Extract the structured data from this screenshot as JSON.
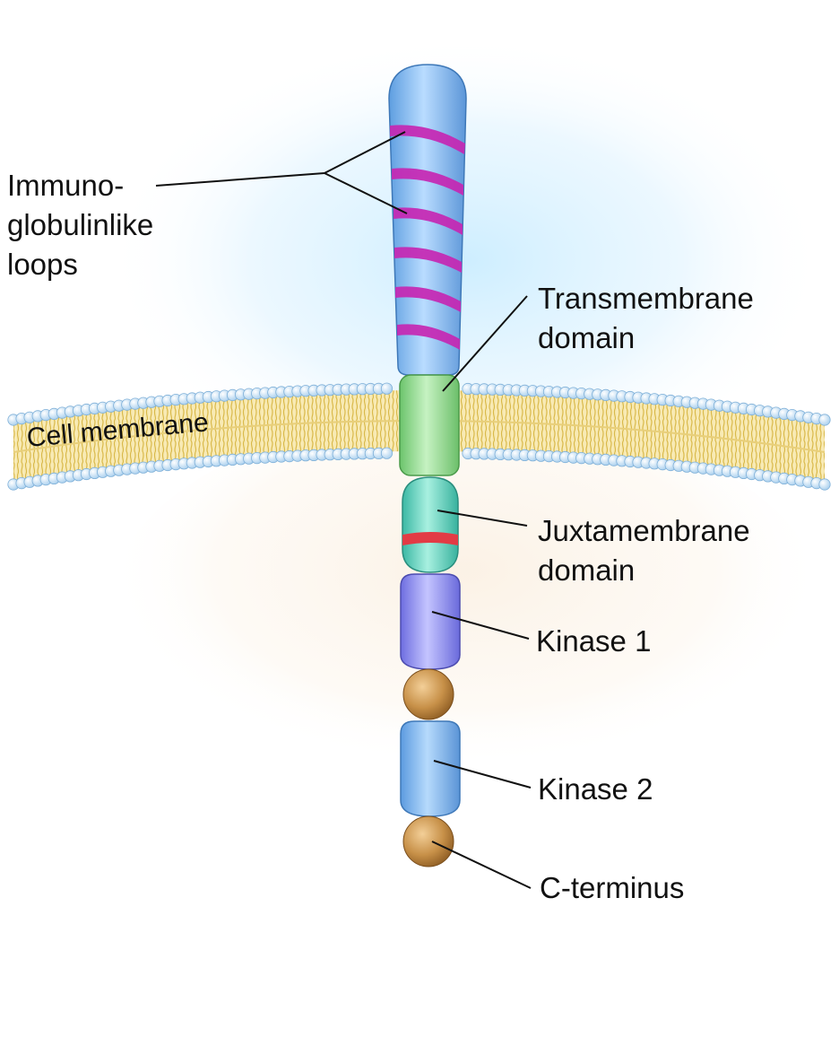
{
  "labels": {
    "ig_loops": [
      "Immuno-",
      "globulinlike",
      "loops"
    ],
    "transmembrane": [
      "Transmembrane",
      "domain"
    ],
    "cell_membrane": "Cell membrane",
    "juxtamembrane": [
      "Juxtamembrane",
      "domain"
    ],
    "kinase1": "Kinase 1",
    "kinase2": "Kinase 2",
    "c_terminus": "C-terminus"
  },
  "colors": {
    "ig_domain": "#8ec2f0",
    "ig_loop_band": "#c826b4",
    "transmembrane": "#9fe09f",
    "juxtamembrane": "#6fd8c4",
    "juxtamembrane_band": "#e0404a",
    "kinase1": "#9f9ff2",
    "kinase2": "#8ec2f0",
    "linker_sphere": "#c49250",
    "membrane_head": "#cfe6f8",
    "membrane_tail": "#f1dc8a"
  }
}
